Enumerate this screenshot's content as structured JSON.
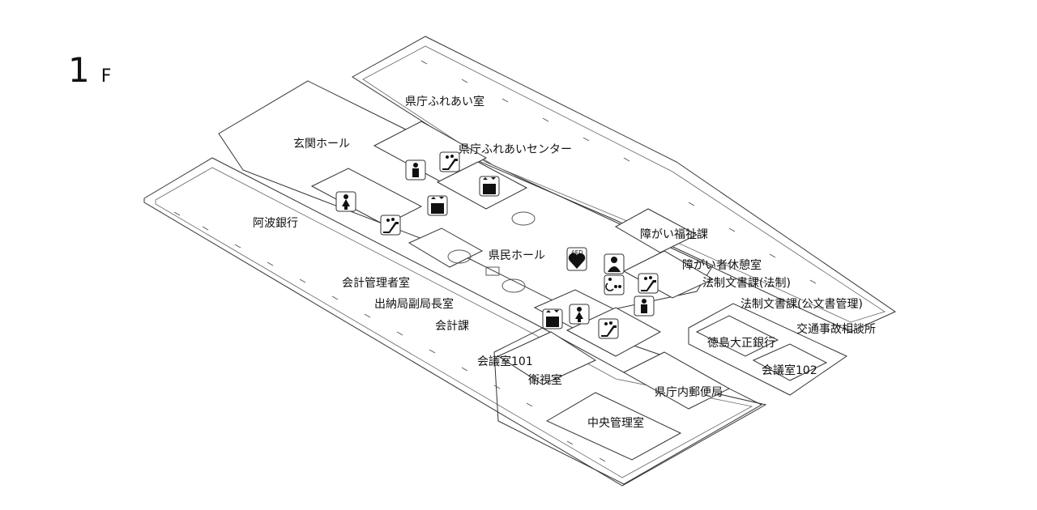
{
  "floor": {
    "number": "1",
    "unit": "F"
  },
  "rooms": {
    "fureai_room": "県庁ふれあい室",
    "fureai_center": "県庁ふれあいセンター",
    "entrance_hall": "玄関ホール",
    "awa_bank": "阿波銀行",
    "kenmin_hall": "県民ホール",
    "accounting_manager": "会計管理者室",
    "deputy_treasurer": "出納局副局長室",
    "accounting_div": "会計課",
    "meeting_101": "会議室101",
    "guard_room": "衛視室",
    "central_control": "中央管理室",
    "post_office": "県庁内郵便局",
    "disability_welfare": "障がい福祉課",
    "disabled_rest": "障がい者休憩室",
    "legal_docs_law": "法制文書課(法制)",
    "legal_docs_archive": "法制文書課(公文書管理)",
    "traffic_accident": "交通事故相談所",
    "tokushima_taisho_bank": "徳島大正銀行",
    "meeting_102": "会議室102"
  },
  "icons": {
    "aed_text": "AED",
    "names": [
      "toilet-male-icon",
      "toilet-female-icon",
      "toilet-accessible-icon",
      "elevator-icon",
      "escalator-icon",
      "aed-icon",
      "nursing-room-icon"
    ]
  }
}
